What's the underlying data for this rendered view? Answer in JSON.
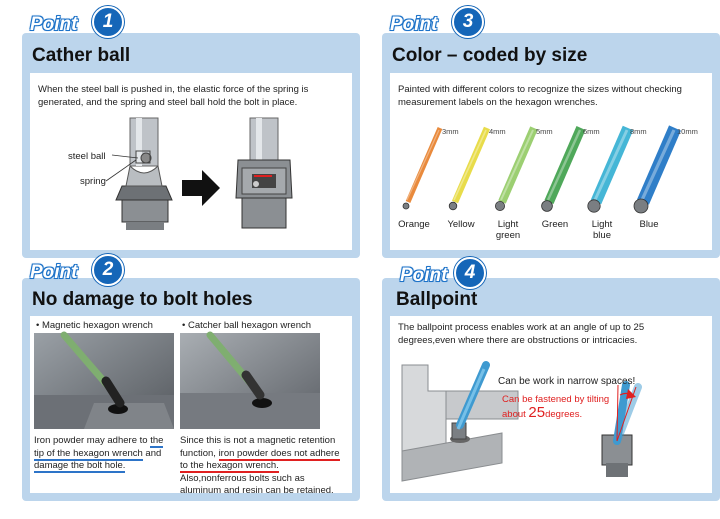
{
  "point_word": "Point",
  "panel1": {
    "number": "1",
    "title": "Cather ball",
    "description": "When the steel ball is pushed in, the elastic force of the spring is generated, and the spring and steel ball hold the bolt in place.",
    "label_steel_ball": "steel ball",
    "label_spring": "spring"
  },
  "panel2": {
    "number": "2",
    "title": "No damage to bolt holes",
    "left_caption": "• Magnetic hexagon wrench",
    "right_caption": "• Catcher ball hexagon wrench",
    "left_text_1": "Iron powder may adhere to ",
    "left_text_2": "the tip of the hexagon wrench",
    "left_text_3": " and ",
    "left_text_4": "damage the bolt hole.",
    "right_text_1": "Since this is not a magnetic retention function, ",
    "right_text_2": "iron powder does not adhere to the hexagon wrench.",
    "right_text_3": " Also,nonferrous bolts such as aluminum and resin can be retained."
  },
  "panel3": {
    "number": "3",
    "title": "Color – coded by size",
    "description": "Painted with different colors to recognize the sizes without checking measurement labels on the hexagon wrenches.",
    "wrenches": [
      {
        "size": "3mm",
        "name_1": "Orange",
        "name_2": "",
        "color": "#e98a3c"
      },
      {
        "size": "4mm",
        "name_1": "Yellow",
        "name_2": "",
        "color": "#e8dc4a"
      },
      {
        "size": "5mm",
        "name_1": "Light",
        "name_2": "green",
        "color": "#9ccf72"
      },
      {
        "size": "6mm",
        "name_1": "Green",
        "name_2": "",
        "color": "#4fa85a"
      },
      {
        "size": "8mm",
        "name_1": "Light",
        "name_2": "blue",
        "color": "#45b6d6"
      },
      {
        "size": "10mm",
        "name_1": "Blue",
        "name_2": "",
        "color": "#2f7ec8"
      }
    ]
  },
  "panel4": {
    "number": "4",
    "title": "Ballpoint",
    "description": "The ballpoint process enables work at an angle of up to 25 degrees,even where there are obstructions or intricacies.",
    "narrow_text": "Can be work in narrow spaces!",
    "tilt_text_1": "Can be fastened by tilting",
    "tilt_text_2": "about ",
    "tilt_number": "25",
    "tilt_text_3": "degrees."
  },
  "colors": {
    "panel_frame": "#bcd5ec",
    "accent_blue": "#1566b8",
    "highlight_red": "#e02020"
  }
}
